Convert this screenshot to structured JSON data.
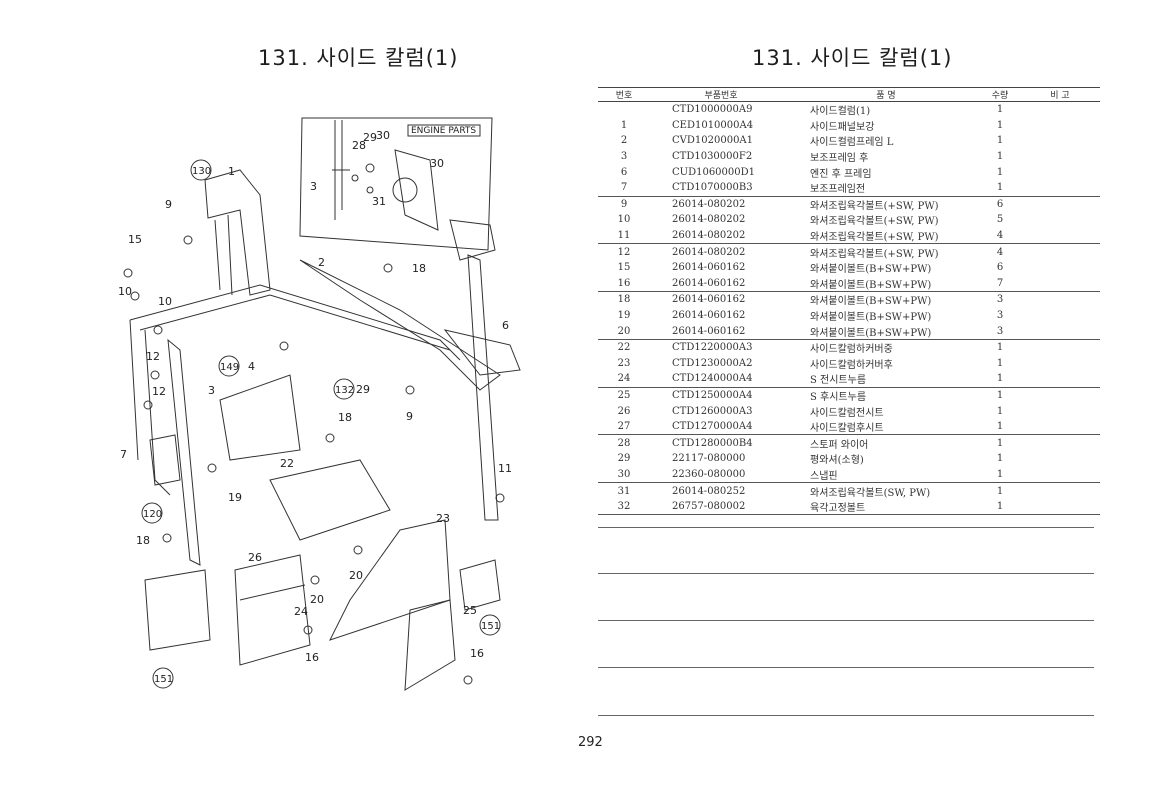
{
  "page_title_left": "131. 사이드 칼럼(1)",
  "page_title_right": "131. 사이드 칼럼(1)",
  "page_number": "292",
  "diagram": {
    "inset_caption": "ENGINE PARTS",
    "callouts": [
      "9",
      "15",
      "10",
      "10",
      "12",
      "12",
      "3",
      "7",
      "19",
      "18",
      "18",
      "2",
      "6",
      "9",
      "22",
      "23",
      "11",
      "26",
      "24",
      "20",
      "20",
      "16",
      "16",
      "25",
      "18",
      "3",
      "28",
      "29",
      "30",
      "30",
      "31",
      "1",
      "4",
      "29"
    ],
    "circled_refs": [
      "130",
      "149",
      "132",
      "120",
      "151",
      "151"
    ]
  },
  "table": {
    "headers": {
      "no": "번호",
      "part": "부품번호",
      "name": "품 명",
      "qty": "수량",
      "remarks": "비 고"
    },
    "rows": [
      {
        "no": "",
        "part": "CTD1000000A9",
        "name": "사이드컬럼(1)",
        "qty": "1"
      },
      {
        "no": "1",
        "part": "CED1010000A4",
        "name": "사이드패널보강",
        "qty": "1"
      },
      {
        "no": "2",
        "part": "CVD1020000A1",
        "name": "사이드컬럼프레임 L",
        "qty": "1"
      },
      {
        "no": "3",
        "part": "CTD1030000F2",
        "name": "보조프레임 후",
        "qty": "1"
      },
      {
        "no": "6",
        "part": "CUD1060000D1",
        "name": "엔진 후 프레임",
        "qty": "1"
      },
      {
        "no": "7",
        "part": "CTD1070000B3",
        "name": "보조프레임전",
        "qty": "1"
      },
      {
        "no": "9",
        "part": "26014-080202",
        "name": "와셔조립육각볼트(+SW, PW)",
        "qty": "6"
      },
      {
        "no": "10",
        "part": "26014-080202",
        "name": "와셔조립육각볼트(+SW, PW)",
        "qty": "5"
      },
      {
        "no": "11",
        "part": "26014-080202",
        "name": "와셔조립육각볼트(+SW, PW)",
        "qty": "4"
      },
      {
        "no": "12",
        "part": "26014-080202",
        "name": "와셔조립육각볼트(+SW, PW)",
        "qty": "4"
      },
      {
        "no": "15",
        "part": "26014-060162",
        "name": "와셔붙이볼트(B+SW+PW)",
        "qty": "6"
      },
      {
        "no": "16",
        "part": "26014-060162",
        "name": "와셔붙이볼트(B+SW+PW)",
        "qty": "7"
      },
      {
        "no": "18",
        "part": "26014-060162",
        "name": "와셔붙이볼트(B+SW+PW)",
        "qty": "3"
      },
      {
        "no": "19",
        "part": "26014-060162",
        "name": "와셔붙이볼트(B+SW+PW)",
        "qty": "3"
      },
      {
        "no": "20",
        "part": "26014-060162",
        "name": "와셔붙이볼트(B+SW+PW)",
        "qty": "3"
      },
      {
        "no": "22",
        "part": "CTD1220000A3",
        "name": "사이드칼럼하커버중",
        "qty": "1"
      },
      {
        "no": "23",
        "part": "CTD1230000A2",
        "name": "사이드칼럼하커버후",
        "qty": "1"
      },
      {
        "no": "24",
        "part": "CTD1240000A4",
        "name": "S 전시트누름",
        "qty": "1"
      },
      {
        "no": "25",
        "part": "CTD1250000A4",
        "name": "S 후시트누름",
        "qty": "1"
      },
      {
        "no": "26",
        "part": "CTD1260000A3",
        "name": "사이드칼럼전시트",
        "qty": "1"
      },
      {
        "no": "27",
        "part": "CTD1270000A4",
        "name": "사이드칼럼후시트",
        "qty": "1"
      },
      {
        "no": "28",
        "part": "CTD1280000B4",
        "name": "스토퍼 와이어",
        "qty": "1"
      },
      {
        "no": "29",
        "part": "22117-080000",
        "name": "평와셔(소형)",
        "qty": "1"
      },
      {
        "no": "30",
        "part": "22360-080000",
        "name": "스냅핀",
        "qty": "1"
      },
      {
        "no": "31",
        "part": "26014-080252",
        "name": "와셔조립육각볼트(SW, PW)",
        "qty": "1"
      },
      {
        "no": "32",
        "part": "26757-080002",
        "name": "육각고정볼트",
        "qty": "1"
      }
    ]
  }
}
